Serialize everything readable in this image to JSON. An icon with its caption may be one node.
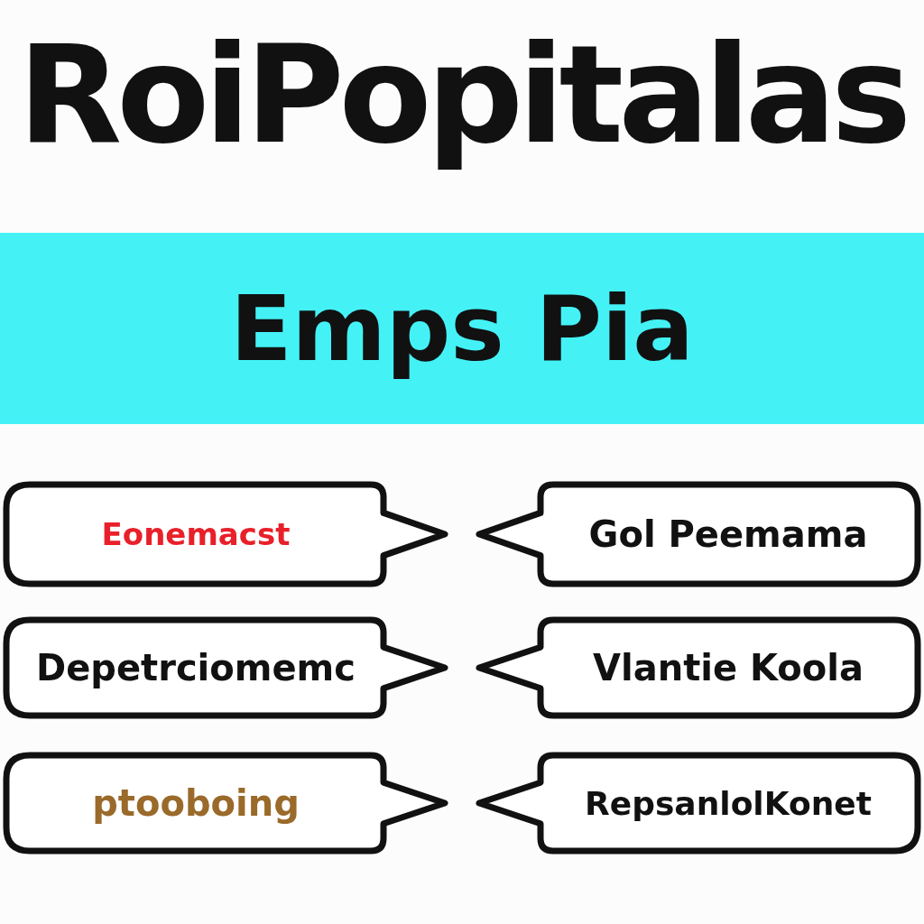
{
  "diagram": {
    "title": "RoiPopitalas",
    "nodes": [
      {
        "text": [
          "Emps Pia"
        ]
      },
      {
        "text": [
          "Eonemacst"
        ]
      },
      {
        "text": [
          "Gol Peemama"
        ]
      },
      {
        "text": [
          "Depetrciomemc"
        ]
      },
      {
        "text": [
          "Vlantie Koola"
        ]
      },
      {
        "text": [
          "ptooboing"
        ]
      },
      {
        "text": [
          "RepsanlolKonet"
        ]
      }
    ]
  }
}
